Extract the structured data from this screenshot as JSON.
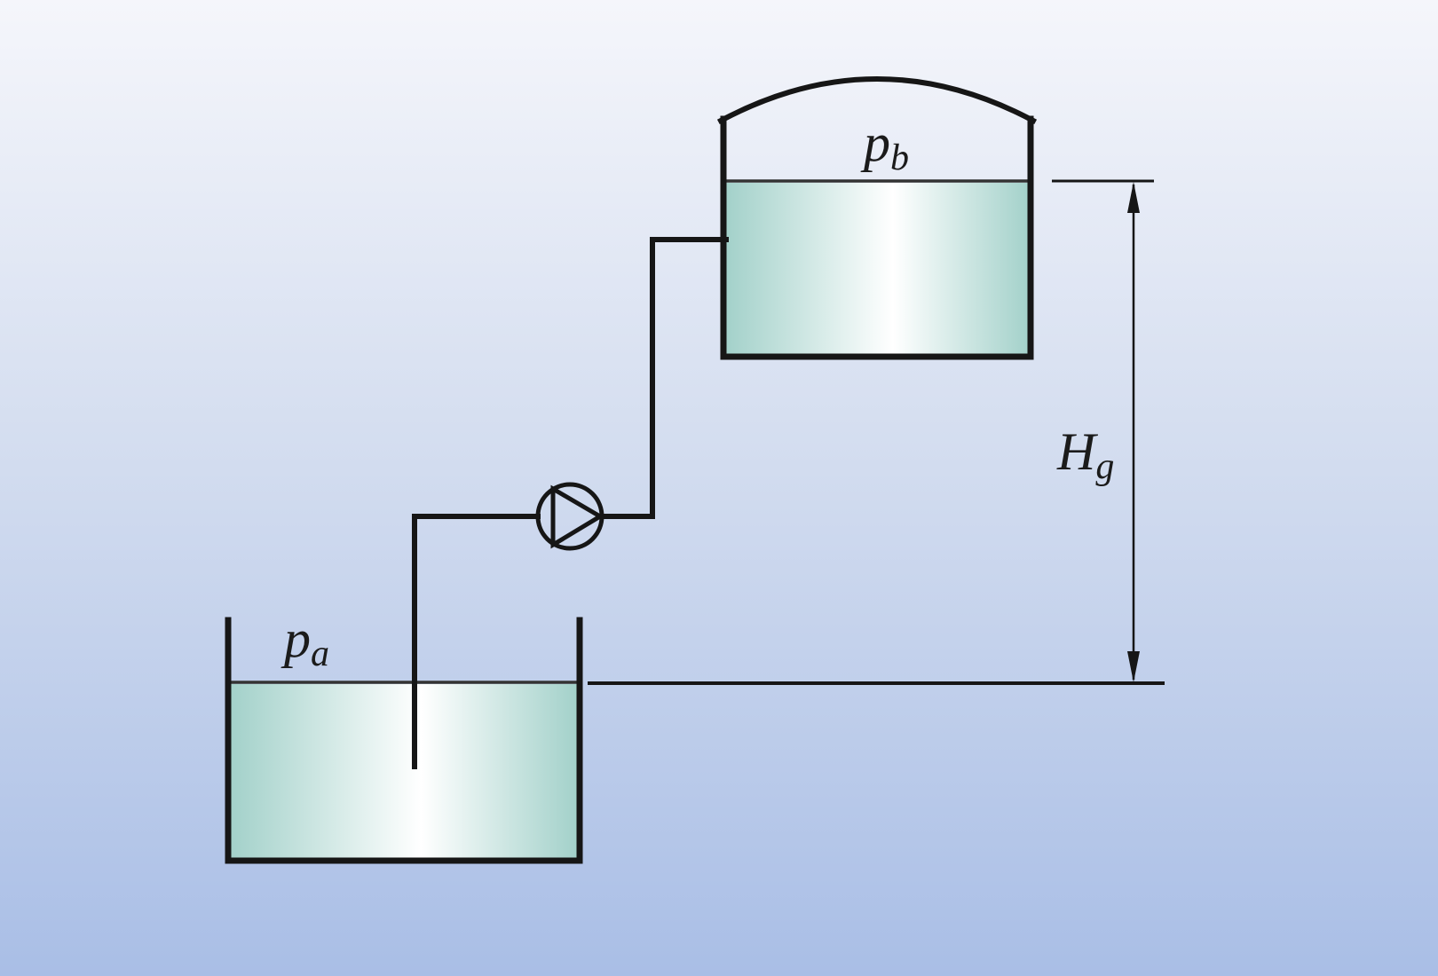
{
  "diagram": {
    "name": "pump-static-head-schematic",
    "description": "Pump lifting liquid from a lower open tank to an elevated closed tank; geometric head between liquid levels",
    "colors": {
      "background_top": "#f5f6fb",
      "background_mid": "#d2dcef",
      "background_bottom": "#a9bee6",
      "liquid_edge": "#a3d1ca",
      "liquid_center": "#ffffff",
      "line": "#161616",
      "surface_line": "#333333"
    },
    "labels": {
      "upper_tank_pressure": {
        "main": "p",
        "sub": "b"
      },
      "lower_tank_pressure": {
        "main": "p",
        "sub": "a"
      },
      "static_head": {
        "main": "H",
        "sub": "g"
      }
    }
  }
}
